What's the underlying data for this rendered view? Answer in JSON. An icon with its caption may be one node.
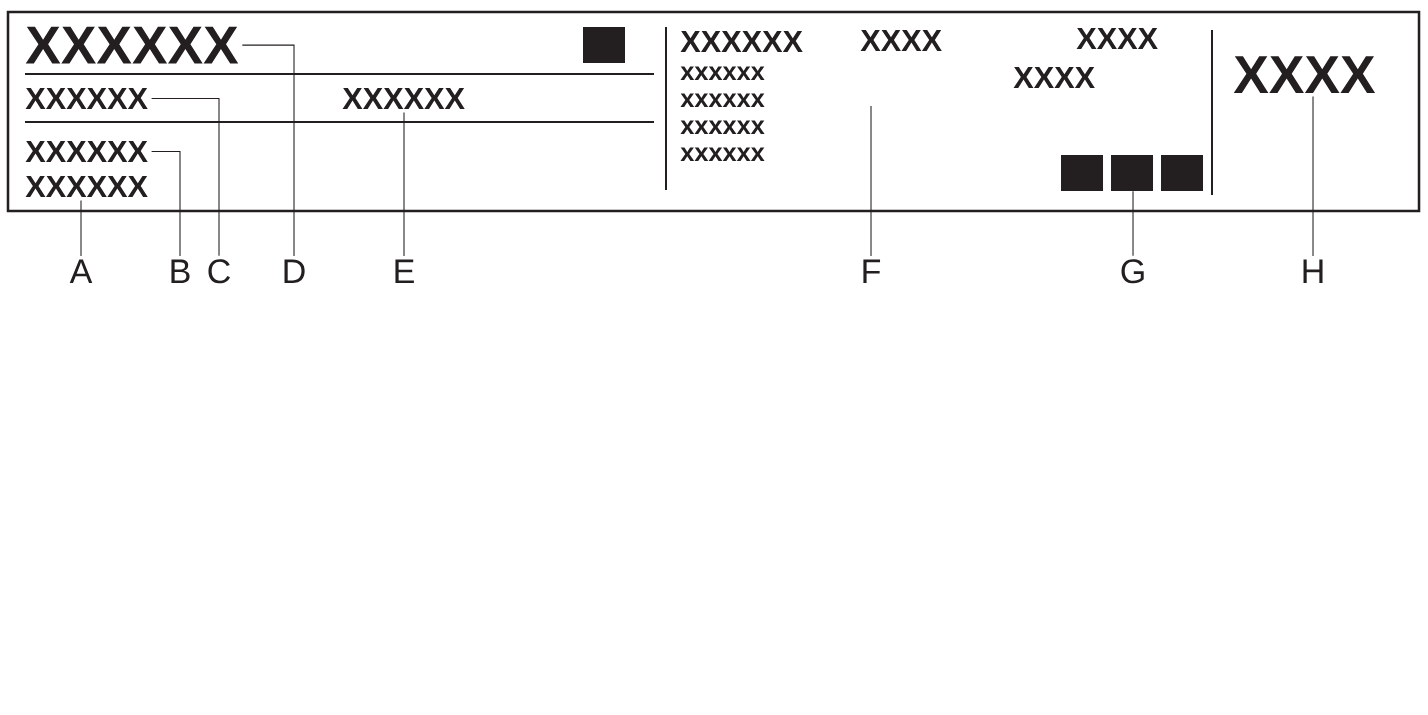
{
  "diagram": {
    "nodes": [
      {
        "text": [],
        "shape": "box"
      },
      {
        "text": [
          "XXXXXX"
        ],
        "in": 0
      },
      {
        "text": [],
        "shape": "box",
        "in": 0
      },
      {
        "text": [
          "XXXXXX"
        ],
        "in": 0
      },
      {
        "text": [
          "XXXXXX"
        ],
        "in": 0
      },
      {
        "text": [
          "XXXXXX"
        ],
        "in": 0
      },
      {
        "text": [
          "XXXXXX"
        ],
        "in": 0
      },
      {
        "text": [],
        "shape": "box",
        "in": 0
      },
      {
        "text": [],
        "shape": "box",
        "in": 0
      },
      {
        "text": [],
        "shape": "box",
        "in": 0
      },
      {
        "text": [
          "XXXX"
        ],
        "in": 0
      },
      {
        "text": [
          "A"
        ]
      },
      {
        "text": [
          "B"
        ]
      },
      {
        "text": [
          "C"
        ]
      },
      {
        "text": [
          "D"
        ]
      },
      {
        "text": [
          "E"
        ]
      },
      {
        "text": [
          "F"
        ]
      },
      {
        "text": [
          "G"
        ]
      },
      {
        "text": [
          "H"
        ]
      }
    ],
    "edges": [
      {
        "from": 11,
        "to": 6,
        "arrow": "none"
      },
      {
        "from": 12,
        "to": 5,
        "arrow": "none"
      },
      {
        "from": 13,
        "to": 3,
        "arrow": "none"
      },
      {
        "from": 14,
        "to": 1,
        "arrow": "none"
      },
      {
        "from": 15,
        "to": 4,
        "arrow": "none"
      },
      {
        "from": 16,
        "to": null,
        "arrow": "none"
      },
      {
        "from": 17,
        "to": 8,
        "arrow": "none"
      },
      {
        "from": 18,
        "to": 10,
        "arrow": "none"
      }
    ],
    "labels": [
      "XXXXXX",
      "XXXX",
      "XXXX",
      "xxxxxx",
      "XXXX",
      "xxxxxx",
      "xxxxxx",
      "xxxxxx"
    ]
  }
}
